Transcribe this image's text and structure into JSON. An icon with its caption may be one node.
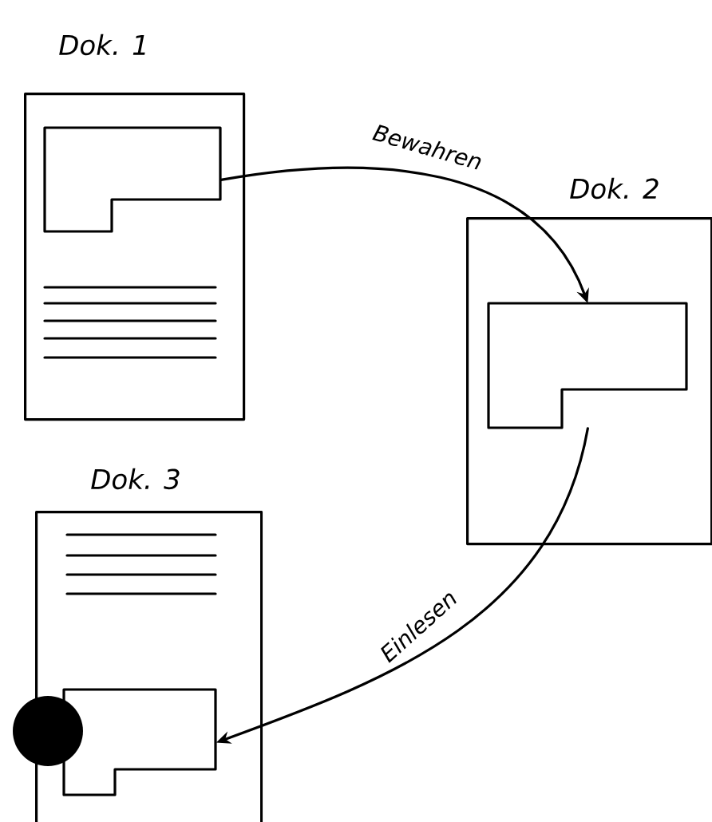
{
  "diagram": {
    "nodes": [
      {
        "text": [
          "Dok. 1"
        ]
      },
      {
        "text": [],
        "shape": "box",
        "in": 0
      },
      {
        "text": [
          "Dok. 2"
        ]
      },
      {
        "text": [],
        "shape": "box",
        "in": 2
      },
      {
        "text": [
          "Dok. 3"
        ]
      },
      {
        "text": [],
        "shape": "box",
        "in": 4
      }
    ],
    "edges": [
      {
        "from": 1,
        "to": 3,
        "arrow": "to",
        "label": "Bewahren"
      },
      {
        "from": 3,
        "to": 5,
        "arrow": "to",
        "label": "Einlesen"
      }
    ]
  }
}
